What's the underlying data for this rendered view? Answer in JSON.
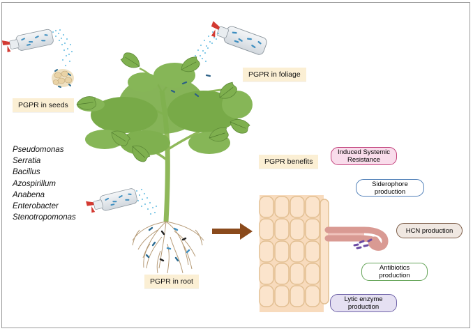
{
  "labels": {
    "seeds": "PGPR in seeds",
    "foliage": "PGPR in foliage",
    "root": "PGPR in root",
    "benefits": "PGPR benefits"
  },
  "genera": [
    "Pseudomonas",
    "Serratia",
    "Bacillus",
    "Azospirillum",
    "Anabena",
    "Enterobacter",
    "Stenotropomonas"
  ],
  "benefits": [
    {
      "text": "Induced Systemic Resistance",
      "border": "#c2417b",
      "fill": "#f9dceb"
    },
    {
      "text": "Siderophore production",
      "border": "#4f7fb8",
      "fill": "#ffffff"
    },
    {
      "text": "HCN production",
      "border": "#7a5a45",
      "fill": "#f0e8e2"
    },
    {
      "text": "Antibiotics production",
      "border": "#66a55a",
      "fill": "#ffffff"
    },
    {
      "text": "Lytic enzyme production",
      "border": "#6f63a8",
      "fill": "#e5e0f2"
    }
  ],
  "colors": {
    "label_bg": "#fbefd4",
    "leaf": "#7fb04f",
    "stem": "#8fb85a",
    "root": "#b59a76",
    "cell_wall": "#e2bf92",
    "cell_fill": "#fbe4cc",
    "arrow": "#8a4a1c",
    "bacteria_blue": "#3f8fc0",
    "bacteria_purple": "#6b4aa3"
  },
  "icons": [
    "spray-bottle-icon",
    "seed-icon",
    "tomato-plant-icon",
    "root-system-icon",
    "root-cells-icon",
    "root-hair-icon",
    "arrow-right-icon",
    "bacteria-icon"
  ]
}
